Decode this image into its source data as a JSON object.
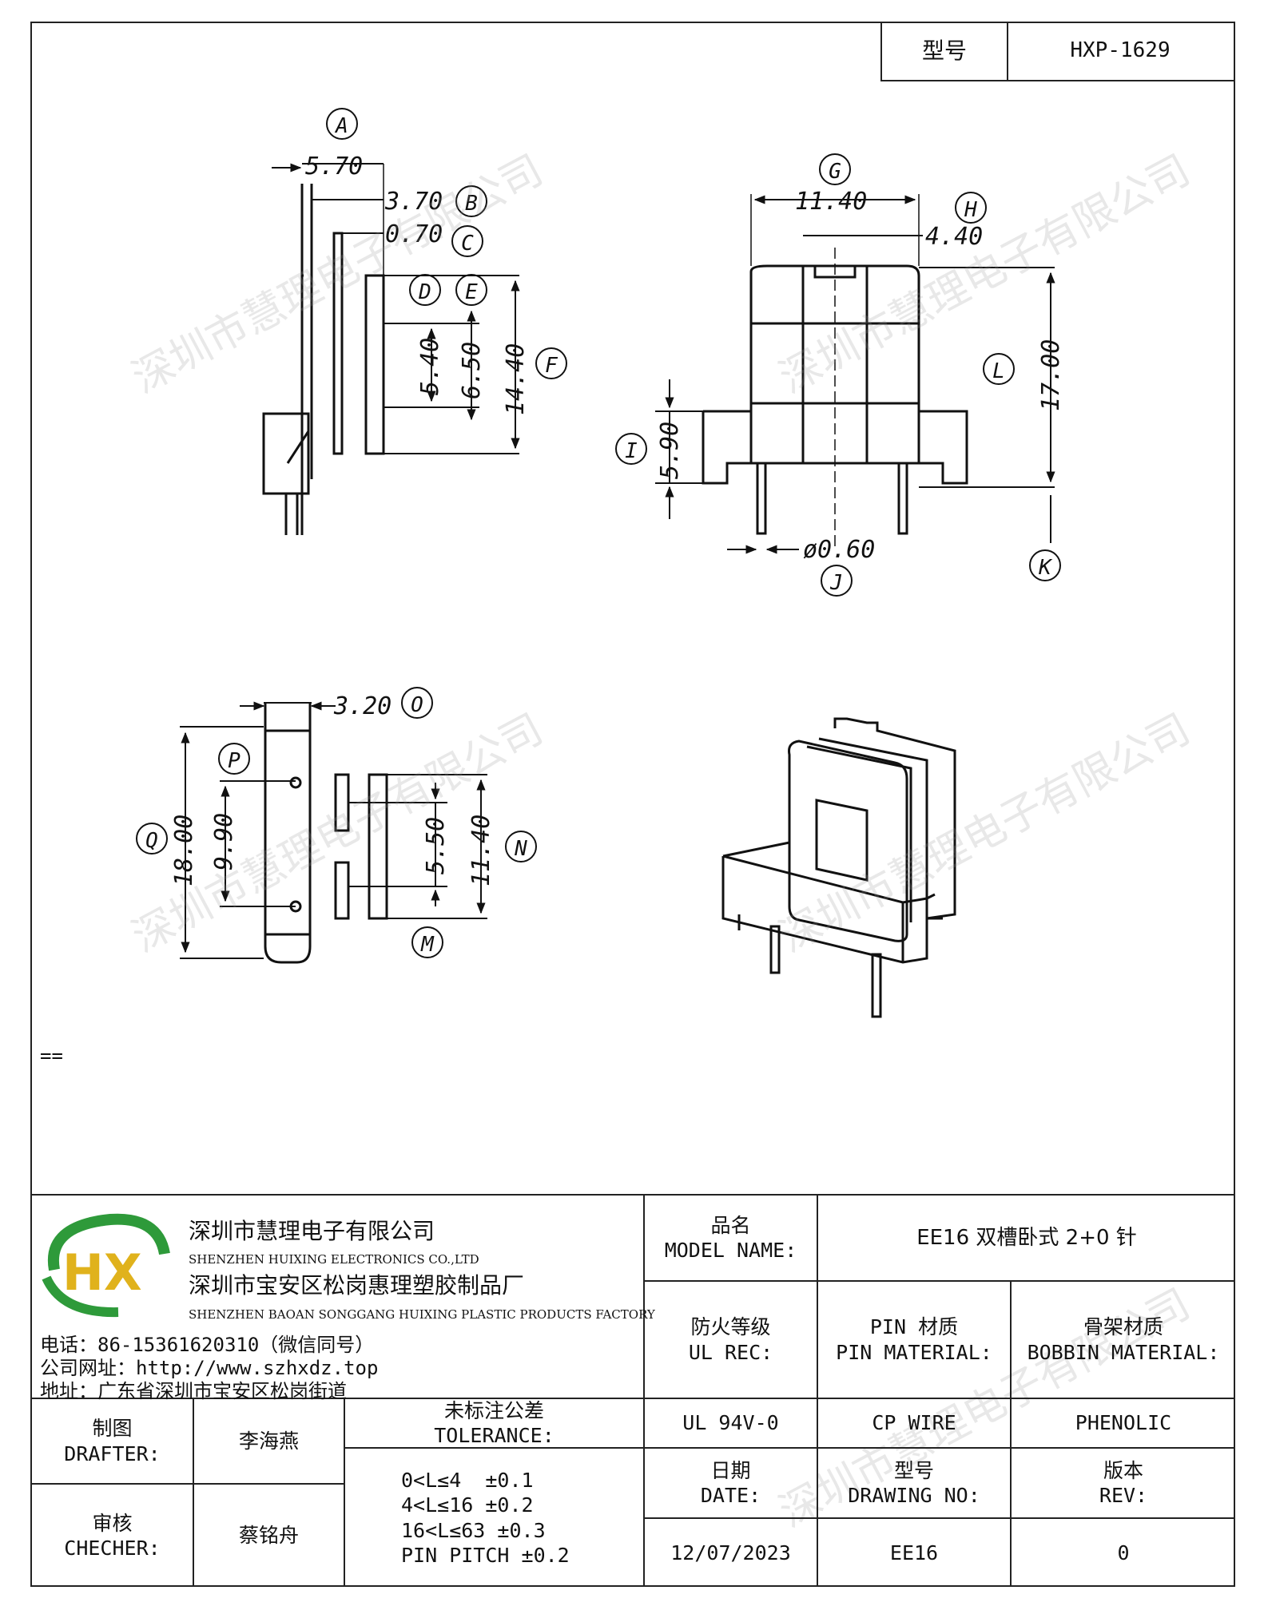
{
  "header": {
    "model_label": "型号",
    "model_value": "HXP-1629"
  },
  "drawing": {
    "side_view": {
      "circle_A": "A",
      "dim_A": "5.70",
      "dim_B": "3.70",
      "circle_B": "B",
      "dim_C": "0.70",
      "circle_C": "C",
      "circle_D": "D",
      "circle_E": "E",
      "dim_D": "5.40",
      "dim_E": "6.50",
      "dim_F": "14.40",
      "circle_F": "F"
    },
    "front_view": {
      "circle_G": "G",
      "dim_G": "11.40",
      "circle_H": "H",
      "dim_H": "4.40",
      "circle_L": "L",
      "dim_L": "17.00",
      "circle_I": "I",
      "dim_I": "5.90",
      "dim_J": "ø0.60",
      "circle_J": "J",
      "circle_K": "K"
    },
    "top_view": {
      "dim_O": "3.20",
      "circle_O": "O",
      "circle_P": "P",
      "circle_Q": "Q",
      "dim_Q": "18.00",
      "dim_P": "9.90",
      "dim_M": "5.50",
      "dim_N": "11.40",
      "circle_N": "N",
      "circle_M": "M"
    },
    "note_mark": "==",
    "watermark": "深圳市慧理电子有限公司"
  },
  "company": {
    "name_cn": "深圳市慧理电子有限公司",
    "name_en": "SHENZHEN HUIXING ELECTRONICS CO.,LTD",
    "factory_cn": "深圳市宝安区松岗惠理塑胶制品厂",
    "factory_en": "SHENZHEN BAOAN SONGGANG HUIXING PLASTIC PRODUCTS FACTORY",
    "phone": "电话：86-15361620310（微信同号）",
    "website": "公司网址：http://www.szhxdz.top",
    "address": "地址：广东省深圳市宝安区松岗街道",
    "logo_text": "HX",
    "colors": {
      "logo_green": "#2e9a3a",
      "logo_yellow": "#e0b21c",
      "logo_blue": "#2a56a8"
    }
  },
  "title_block": {
    "model_name_cn": "品名",
    "model_name_en": "MODEL NAME:",
    "model_name_value": "EE16 双槽卧式 2+0 针",
    "ul_cn": "防火等级",
    "ul_en": "UL REC:",
    "pin_mat_cn": "PIN 材质",
    "pin_mat_en": "PIN MATERIAL:",
    "bobbin_mat_cn": "骨架材质",
    "bobbin_mat_en": "BOBBIN MATERIAL:",
    "ul_value": "UL 94V-0",
    "pin_value": "CP WIRE",
    "bobbin_value": "PHENOLIC",
    "drafter_cn": "制图",
    "drafter_en": "DRAFTER:",
    "drafter_name": "李海燕",
    "checker_cn": "审核",
    "checker_en": "CHECHER:",
    "checker_name": "蔡铭舟",
    "tolerance_cn": "未标注公差",
    "tolerance_en": "TOLERANCE:",
    "tolerance_lines": [
      "0<L≤4  ±0.1",
      "4<L≤16 ±0.2",
      "16<L≤63 ±0.3",
      "PIN PITCH ±0.2"
    ],
    "date_cn": "日期",
    "date_en": "DATE:",
    "date_value": "12/07/2023",
    "drawing_no_cn": "型号",
    "drawing_no_en": "DRAWING NO:",
    "drawing_no_value": "EE16",
    "rev_cn": "版本",
    "rev_en": "REV:",
    "rev_value": "0"
  }
}
